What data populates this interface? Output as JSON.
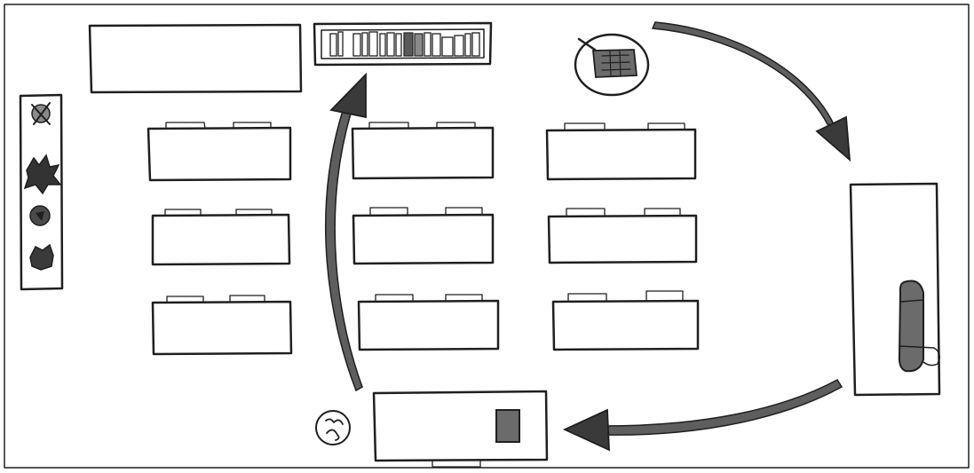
{
  "diagram": {
    "kind": "classroom floor plan sketch",
    "colors": {
      "ink": "#1f1f1f",
      "arrow_fill": "#5e5e5e",
      "dark_object": "#6b6b6b",
      "paper": "#ffffff"
    },
    "desk_rows": 3,
    "desk_columns": 3,
    "flow_arrows": 3,
    "icons": [
      "globe-icon",
      "plant-icon",
      "bookshelf-icon",
      "computer-icon",
      "cushion-icon",
      "stool-icon"
    ]
  }
}
